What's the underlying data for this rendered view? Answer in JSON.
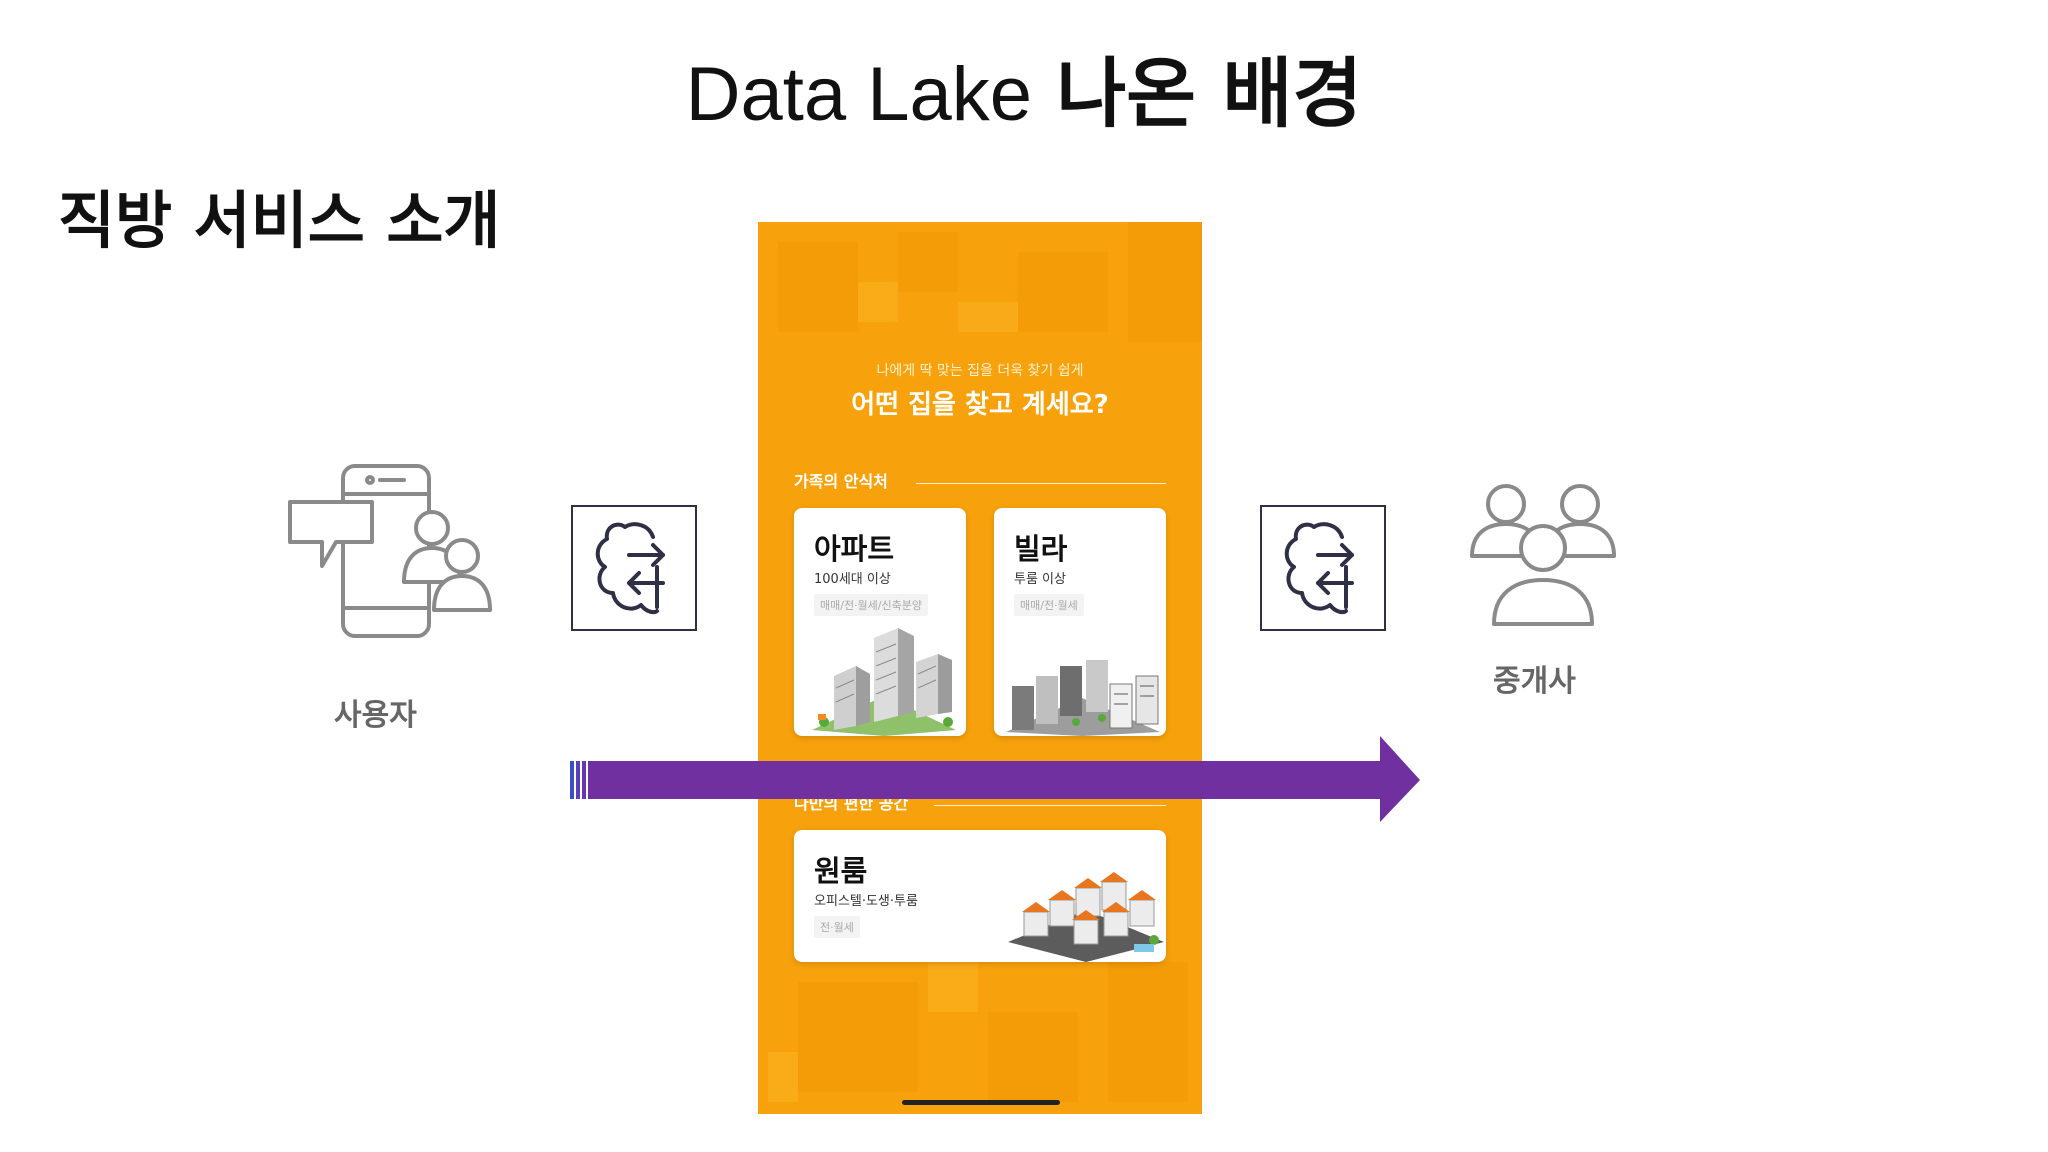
{
  "slide": {
    "title_latin": "Data Lake",
    "title_korean": "나온 배경",
    "section_heading": "직방 서비스 소개"
  },
  "left_actor": {
    "label": "사용자",
    "icon": "mobile-chat-users-icon"
  },
  "right_actor": {
    "label": "중개사",
    "icon": "user-group-icon"
  },
  "exchange_icon": "cloud-exchange-icon",
  "phone": {
    "subtitle": "나에게 딱 맞는 집을 더욱 찾기 쉽게",
    "title": "어떤 집을 찾고 계세요?",
    "section1": "가족의 안식처",
    "section2": "나만의 편한 공간",
    "cards": [
      {
        "title": "아파트",
        "sub": "100세대 이상",
        "tag": "매매/전·월세/신축분양"
      },
      {
        "title": "빌라",
        "sub": "투룸 이상",
        "tag": "매매/전·월세"
      },
      {
        "title": "원룸",
        "sub": "오피스텔·도생·투룸",
        "tag": "전·월세"
      }
    ]
  },
  "colors": {
    "phone_bg": "#f7a20c",
    "arrow": "#7030a0",
    "icon_gray": "#8a8a8a",
    "box_border": "#2f2f45"
  }
}
